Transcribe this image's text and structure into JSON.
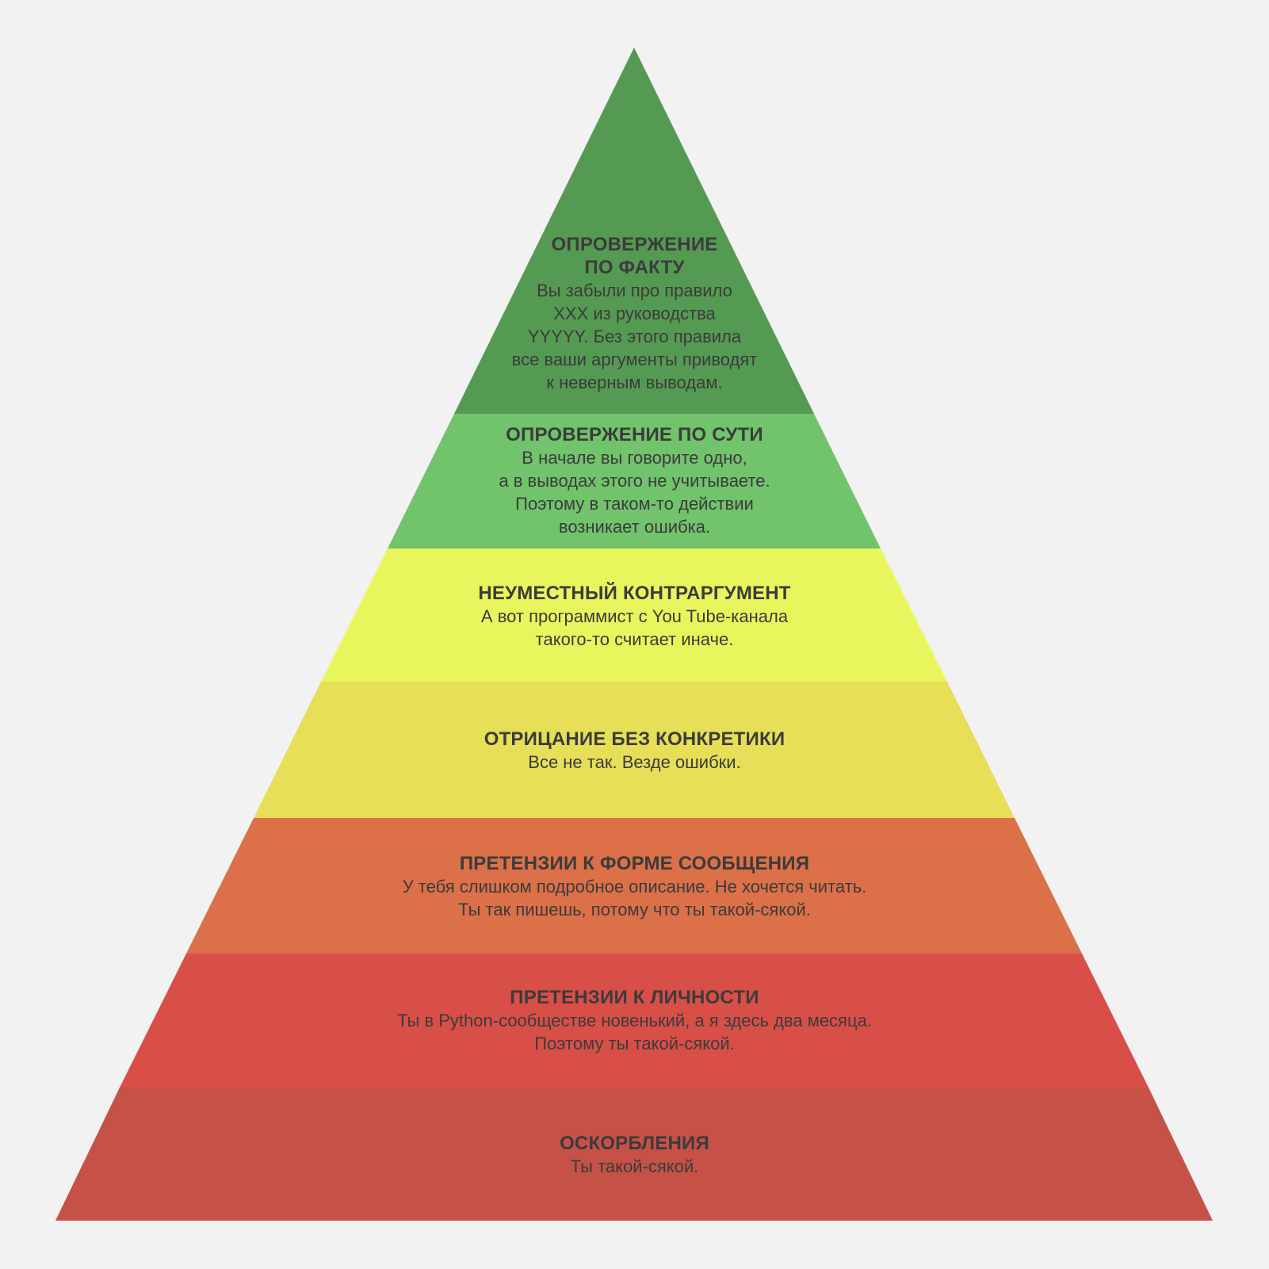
{
  "colors": {
    "background": "#f2f2f2",
    "text": "#3b3b3b",
    "level_1": "#c65147",
    "level_2": "#d84f48",
    "level_3": "#dc7049",
    "level_4": "#e6df57",
    "level_5": "#e8f55c",
    "level_6": "#71c36c",
    "level_7": "#559a52"
  },
  "levels": [
    {
      "title": "ОПРОВЕРЖЕНИЕ\nПО ФАКТУ",
      "text": "Вы забыли про правило\nXXX из руководства\nYYYYY. Без этого правила\nвсе ваши аргументы приводят\nк неверным выводам."
    },
    {
      "title": "ОПРОВЕРЖЕНИЕ ПО СУТИ",
      "text": "В начале вы говорите одно,\nа в выводах этого не учитываете.\nПоэтому в таком-то действии\nвозникает ошибка."
    },
    {
      "title": "НЕУМЕСТНЫЙ КОНТРАРГУМЕНТ",
      "text": "А вот программист с You Tube-канала\nтакого-то считает иначе."
    },
    {
      "title": "ОТРИЦАНИЕ БЕЗ КОНКРЕТИКИ",
      "text": "Все не так. Везде ошибки."
    },
    {
      "title": "ПРЕТЕНЗИИ К ФОРМЕ СООБЩЕНИЯ",
      "text": "У тебя слишком подробное описание. Не хочется читать.\nТы так пишешь, потому что ты такой-сякой."
    },
    {
      "title": "ПРЕТЕНЗИИ К ЛИЧНОСТИ",
      "text": "Ты в Python-сообществе новенький, а я здесь два месяца.\nПоэтому ты такой-сякой."
    },
    {
      "title": "ОСКОРБЛЕНИЯ",
      "text": "Ты такой-сякой."
    }
  ]
}
